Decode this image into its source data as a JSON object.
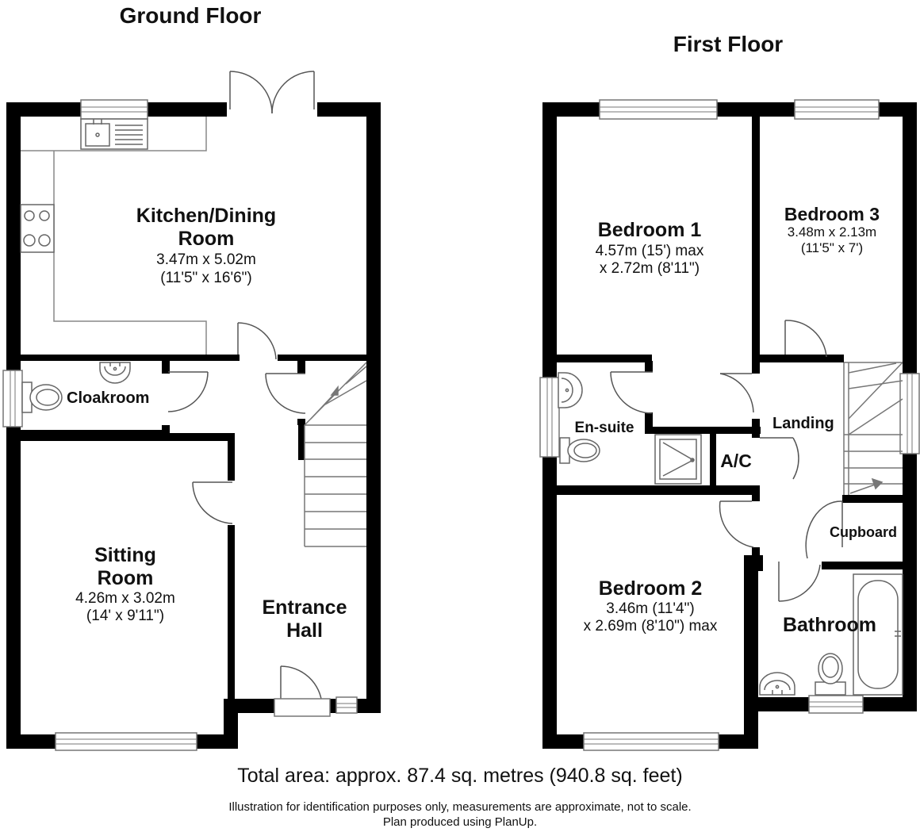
{
  "floors": {
    "ground": {
      "title": "Ground Floor"
    },
    "first": {
      "title": "First Floor"
    }
  },
  "rooms": {
    "kitchen": {
      "name_line1": "Kitchen/Dining",
      "name_line2": "Room",
      "dim_line1": "3.47m x 5.02m",
      "dim_line2": "(11'5\" x 16'6\")"
    },
    "cloakroom": {
      "name": "Cloakroom"
    },
    "sitting": {
      "name_line1": "Sitting",
      "name_line2": "Room",
      "dim_line1": "4.26m x 3.02m",
      "dim_line2": "(14' x 9'11\")"
    },
    "hall": {
      "name_line1": "Entrance",
      "name_line2": "Hall"
    },
    "bedroom1": {
      "name": "Bedroom 1",
      "dim_line1": "4.57m (15') max",
      "dim_line2": "x 2.72m (8'11\")"
    },
    "bedroom3": {
      "name": "Bedroom 3",
      "dim_line1": "3.48m x 2.13m",
      "dim_line2": "(11'5\" x 7')"
    },
    "ensuite": {
      "name": "En-suite"
    },
    "ac": {
      "name": "A/C"
    },
    "landing": {
      "name": "Landing"
    },
    "cupboard": {
      "name": "Cupboard"
    },
    "bedroom2": {
      "name": "Bedroom 2",
      "dim_line1": "3.46m (11'4\")",
      "dim_line2": "x 2.69m (8'10\") max"
    },
    "bathroom": {
      "name": "Bathroom"
    }
  },
  "footer": {
    "total_area": "Total area: approx. 87.4 sq. metres (940.8 sq. feet)",
    "disclaimer_line1": "Illustration for identification purposes only, measurements are approximate, not to scale.",
    "disclaimer_line2": "Plan produced using PlanUp."
  },
  "colors": {
    "wall": "#000000",
    "background": "#ffffff",
    "fixture": "#888888",
    "window": "#777777"
  },
  "icons": [
    "sink-icon",
    "hob-icon",
    "toilet-icon",
    "basin-icon",
    "shower-icon",
    "bath-icon",
    "door-swing-icon",
    "window-icon",
    "staircase-icon"
  ]
}
